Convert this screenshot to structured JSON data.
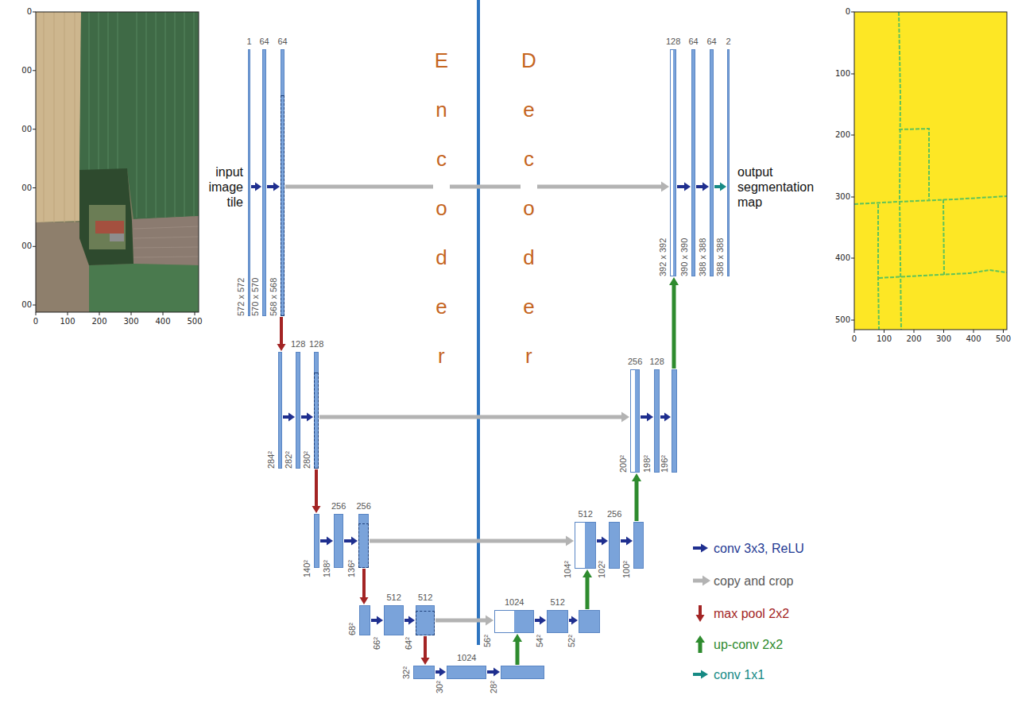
{
  "diagram": {
    "nodes": [
      {
        "text": [
          "1",
          "572 x 572"
        ]
      },
      {
        "text": [
          "64",
          "570 x 570"
        ]
      },
      {
        "text": [
          "64",
          "568 x 568"
        ]
      },
      {
        "text": [
          "284²"
        ]
      },
      {
        "text": [
          "128",
          "282²"
        ]
      },
      {
        "text": [
          "128",
          "280²"
        ]
      },
      {
        "text": [
          "140²"
        ]
      },
      {
        "text": [
          "256",
          "138²"
        ]
      },
      {
        "text": [
          "256",
          "136²"
        ]
      },
      {
        "text": [
          "68²"
        ]
      },
      {
        "text": [
          "512",
          "66²"
        ]
      },
      {
        "text": [
          "512",
          "64²"
        ]
      },
      {
        "text": [
          "32²"
        ]
      },
      {
        "text": [
          "1024",
          "30²"
        ]
      },
      {
        "text": [
          "28²"
        ]
      },
      {
        "text": [
          "1024",
          "56²"
        ]
      },
      {
        "text": [
          "512",
          "54²"
        ]
      },
      {
        "text": [
          "52²"
        ]
      },
      {
        "text": [
          "512",
          "104²"
        ]
      },
      {
        "text": [
          "256",
          "102²"
        ]
      },
      {
        "text": [
          "100²"
        ]
      },
      {
        "text": [
          "256",
          "200²"
        ]
      },
      {
        "text": [
          "128",
          "198²"
        ]
      },
      {
        "text": [
          "196²"
        ]
      },
      {
        "text": [
          "128",
          "392 x 392"
        ]
      },
      {
        "text": [
          "64",
          "390 x 390"
        ]
      },
      {
        "text": [
          "64",
          "388 x 388"
        ]
      },
      {
        "text": [
          "2",
          "388 x 388"
        ]
      }
    ],
    "edges": [
      {
        "from": 0,
        "to": 1,
        "arrow": "to"
      },
      {
        "from": 1,
        "to": 2,
        "arrow": "to"
      },
      {
        "from": 2,
        "to": 3,
        "arrow": "to"
      },
      {
        "from": 2,
        "to": 24,
        "arrow": "to"
      },
      {
        "from": 3,
        "to": 4,
        "arrow": "to"
      },
      {
        "from": 4,
        "to": 5,
        "arrow": "to"
      },
      {
        "from": 5,
        "to": 6,
        "arrow": "to"
      },
      {
        "from": 5,
        "to": 21,
        "arrow": "to"
      },
      {
        "from": 6,
        "to": 7,
        "arrow": "to"
      },
      {
        "from": 7,
        "to": 8,
        "arrow": "to"
      },
      {
        "from": 8,
        "to": 9,
        "arrow": "to"
      },
      {
        "from": 8,
        "to": 18,
        "arrow": "to"
      },
      {
        "from": 9,
        "to": 10,
        "arrow": "to"
      },
      {
        "from": 10,
        "to": 11,
        "arrow": "to"
      },
      {
        "from": 11,
        "to": 12,
        "arrow": "to"
      },
      {
        "from": 11,
        "to": 15,
        "arrow": "to"
      },
      {
        "from": 12,
        "to": 13,
        "arrow": "to"
      },
      {
        "from": 13,
        "to": 14,
        "arrow": "to"
      },
      {
        "from": 14,
        "to": 15,
        "arrow": "to"
      },
      {
        "from": 15,
        "to": 16,
        "arrow": "to"
      },
      {
        "from": 16,
        "to": 17,
        "arrow": "to"
      },
      {
        "from": 17,
        "to": 18,
        "arrow": "to"
      },
      {
        "from": 18,
        "to": 19,
        "arrow": "to"
      },
      {
        "from": 19,
        "to": 20,
        "arrow": "to"
      },
      {
        "from": 20,
        "to": 21,
        "arrow": "to"
      },
      {
        "from": 21,
        "to": 22,
        "arrow": "to"
      },
      {
        "from": 22,
        "to": 23,
        "arrow": "to"
      },
      {
        "from": 23,
        "to": 24,
        "arrow": "to"
      },
      {
        "from": 24,
        "to": 25,
        "arrow": "to"
      },
      {
        "from": 25,
        "to": 26,
        "arrow": "to"
      },
      {
        "from": 26,
        "to": 27,
        "arrow": "to"
      }
    ],
    "labels": [
      "input image tile",
      "output segmentation map",
      "Encoder",
      "Decoder",
      "0",
      "00",
      "00",
      "00",
      "00",
      "00",
      "0",
      "100",
      "200",
      "300",
      "400",
      "500",
      "0",
      "100",
      "200",
      "300",
      "400",
      "500",
      "0",
      "100",
      "200",
      "300",
      "400",
      "500"
    ],
    "legend": [
      {
        "text": "conv 3x3, ReLU"
      },
      {
        "text": "copy and crop"
      },
      {
        "text": "max pool 2x2"
      },
      {
        "text": "up-conv 2x2"
      },
      {
        "text": "conv 1x1"
      }
    ]
  }
}
